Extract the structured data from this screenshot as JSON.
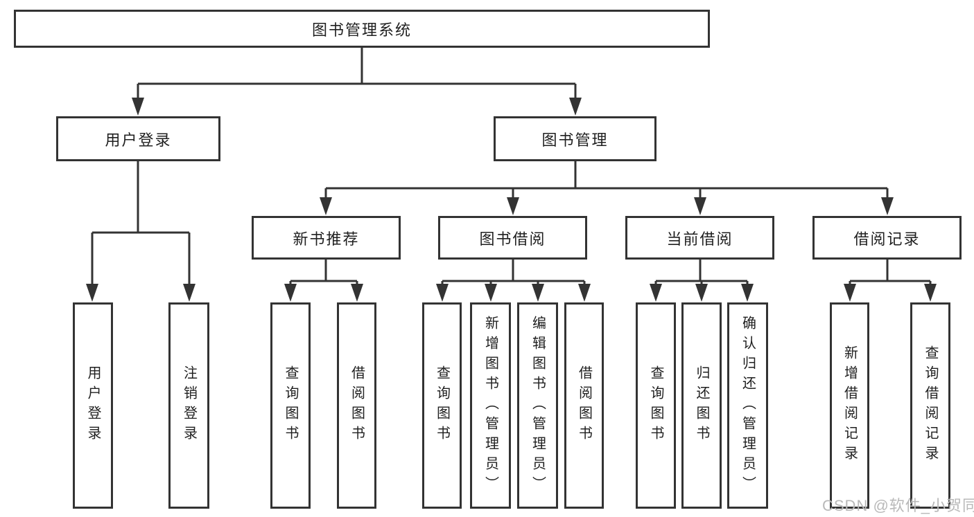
{
  "tree": {
    "root": "图书管理系统",
    "branches": [
      {
        "label": "用户登录",
        "children": [
          "用户登录",
          "注销登录"
        ]
      },
      {
        "label": "图书管理",
        "sections": [
          {
            "label": "新书推荐",
            "children": [
              "查询图书",
              "借阅图书"
            ]
          },
          {
            "label": "图书借阅",
            "children": [
              "查询图书",
              "新增图书（管理员）",
              "编辑图书（管理员）",
              "借阅图书"
            ]
          },
          {
            "label": "当前借阅",
            "children": [
              "查询图书",
              "归还图书",
              "确认归还（管理员）"
            ]
          },
          {
            "label": "借阅记录",
            "children": [
              "新增借阅记录",
              "查询借阅记录"
            ]
          }
        ]
      }
    ]
  },
  "watermark": "CSDN @软件_小贺同学",
  "colors": {
    "line": "#333333",
    "box_background": "#ffffff",
    "text": "#1f1f1f",
    "watermark": "#b9b9b9"
  }
}
